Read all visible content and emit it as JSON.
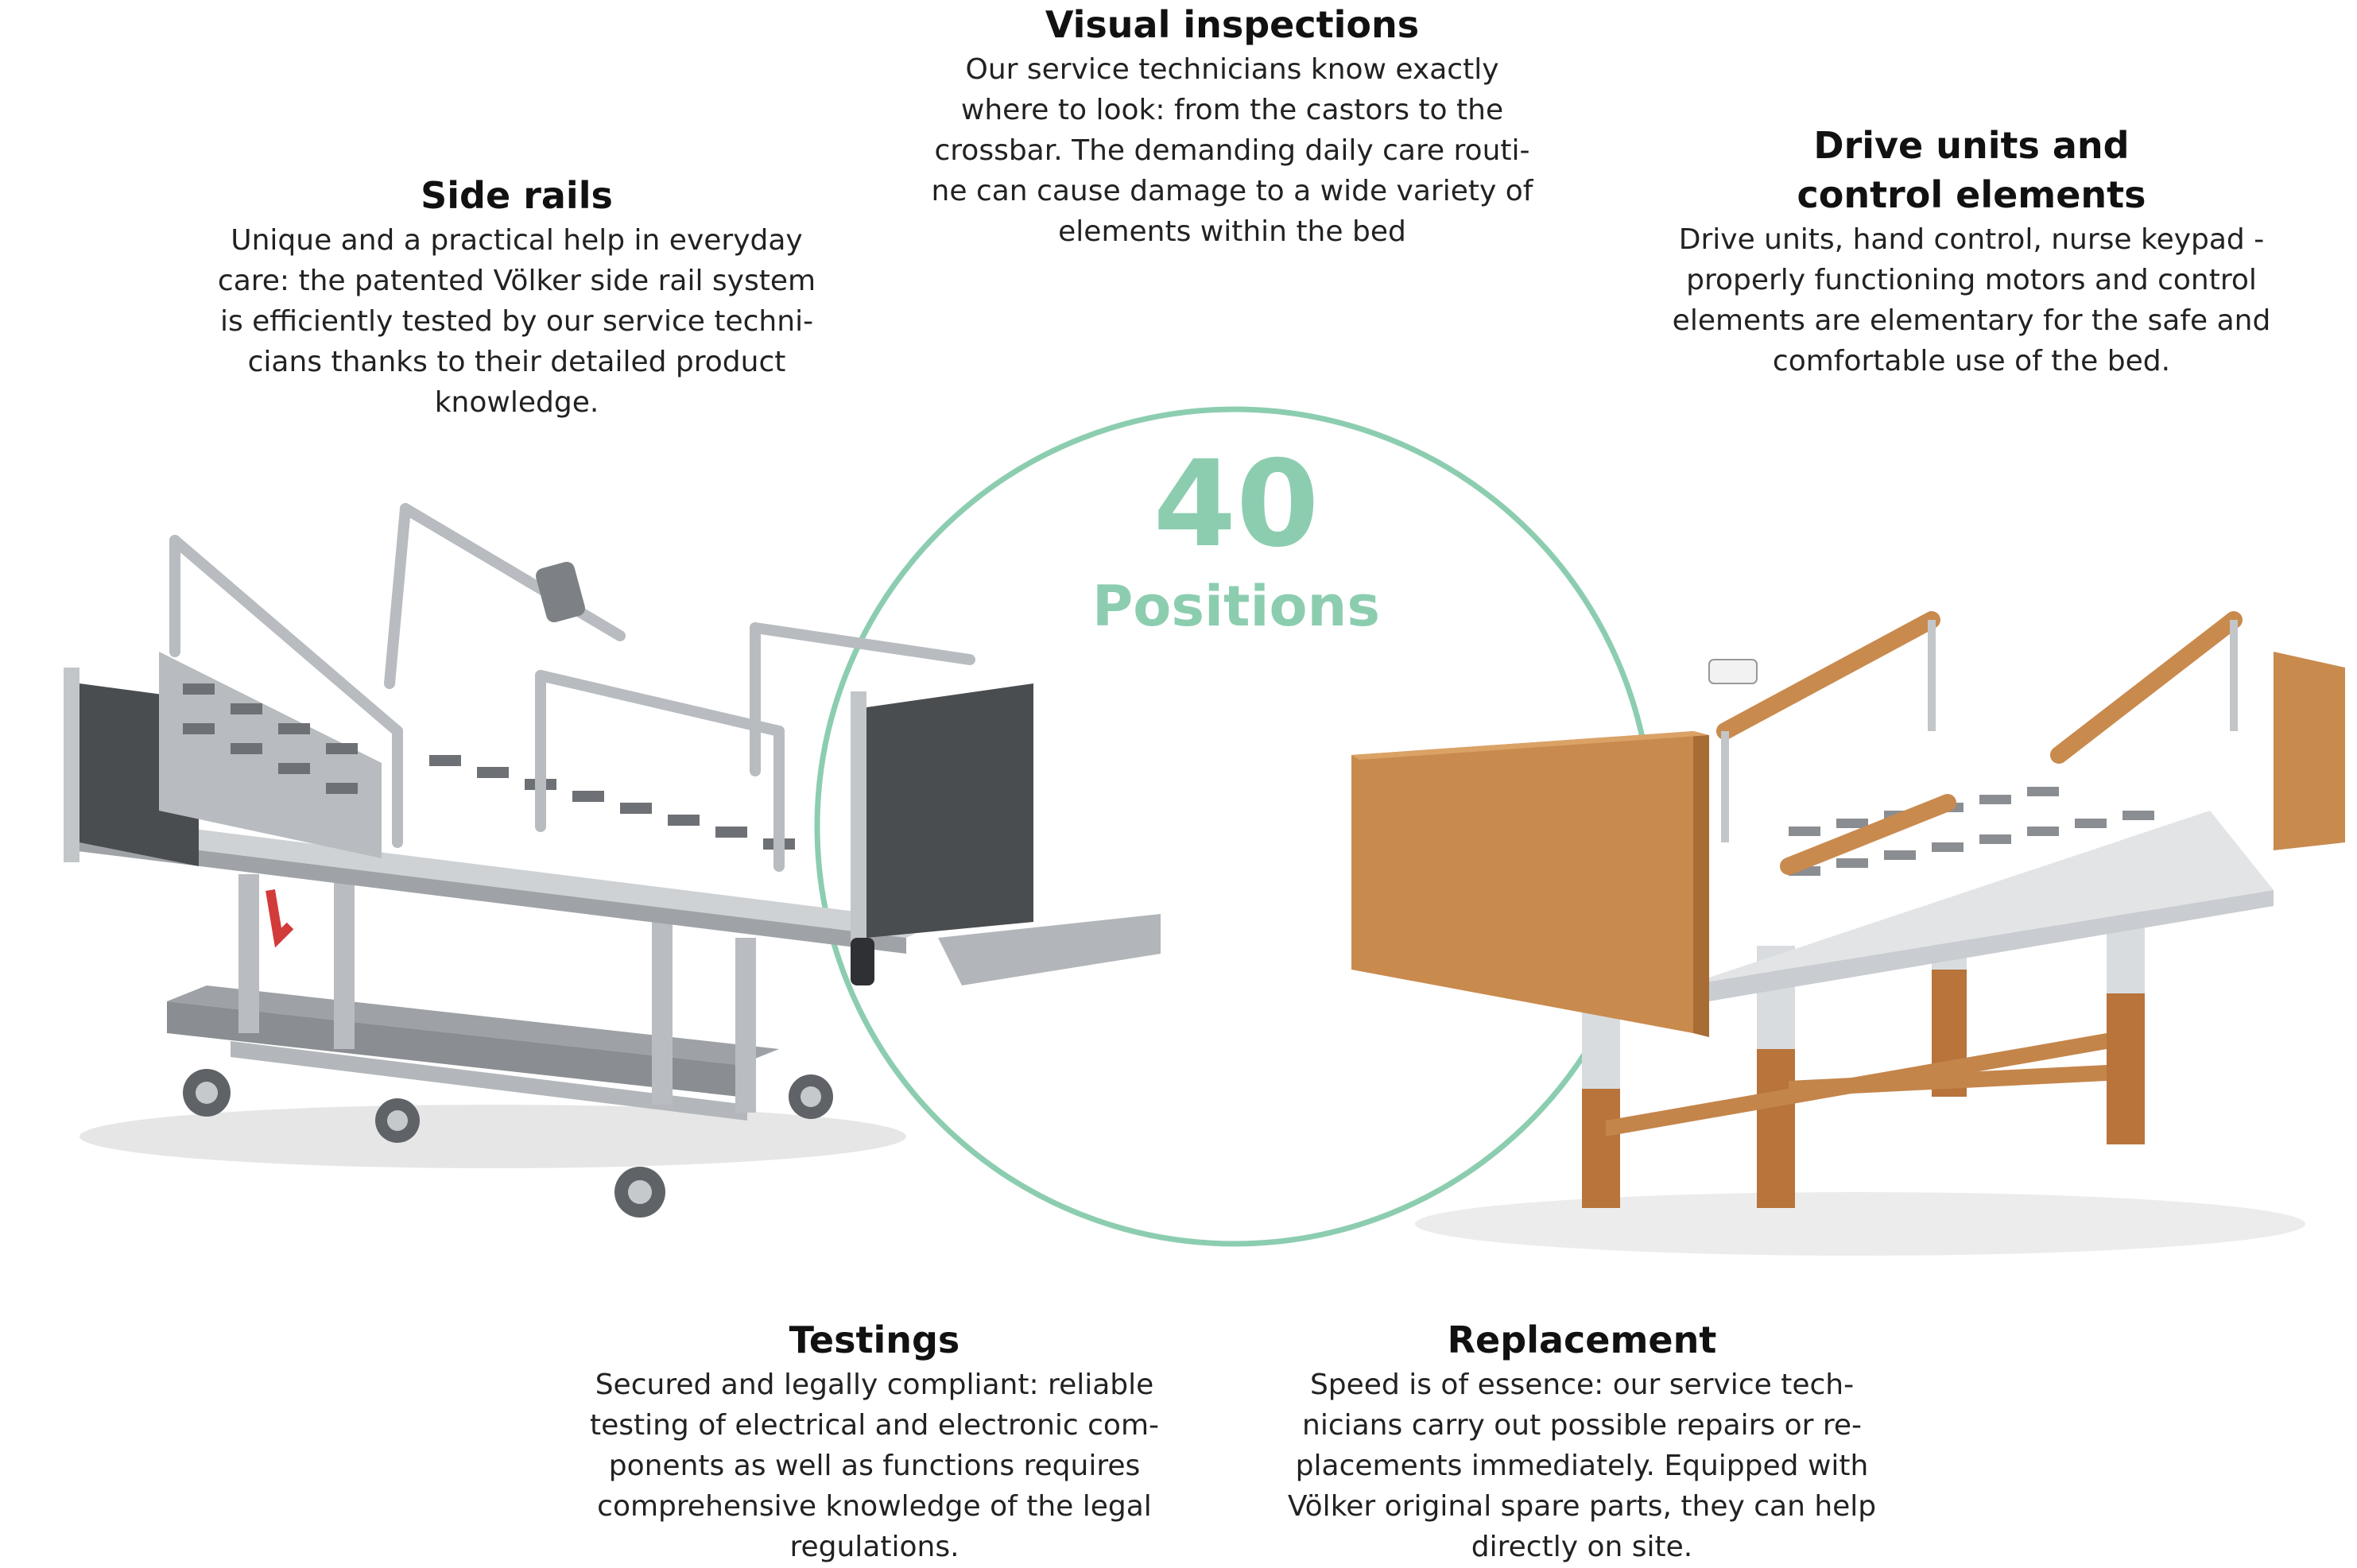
{
  "blocks": {
    "visual_inspections": {
      "title": "Visual inspections",
      "body": "Our service technicians know exactly\nwhere to look: from the castors to the\ncrossbar. The demanding daily care routi-\nne can cause damage to a wide variety of\nelements within the bed"
    },
    "side_rails": {
      "title": "Side rails",
      "body": "Unique and a practical help in everyday\ncare: the patented Völker side rail system\nis efficiently tested by our service techni-\ncians thanks to their detailed product\nknowledge."
    },
    "drive_units": {
      "title_line1": "Drive units and",
      "title_line2": "control elements",
      "body": "Drive units, hand control, nurse keypad -\nproperly functioning motors and control\nelements are elementary for the safe and\ncomfortable use of the bed."
    },
    "testings": {
      "title": "Testings",
      "body": "Secured and legally compliant: reliable\ntesting of electrical and electronic com-\nponents as well as functions requires\ncomprehensive knowledge of the legal\nregulations."
    },
    "replacement": {
      "title": "Replacement",
      "body": "Speed is of essence: our service tech-\nnicians carry out possible repairs or re-\nplacements immediately. Equipped with\nVölker original spare parts, they can help\ndirectly on site."
    }
  },
  "badge": {
    "number": "40",
    "label": "Positions"
  },
  "colors": {
    "accent_green": "#8ccdb0",
    "wood": "#c98a4e",
    "metal": "#a9adb1",
    "panel_dark": "#4a4d50"
  }
}
